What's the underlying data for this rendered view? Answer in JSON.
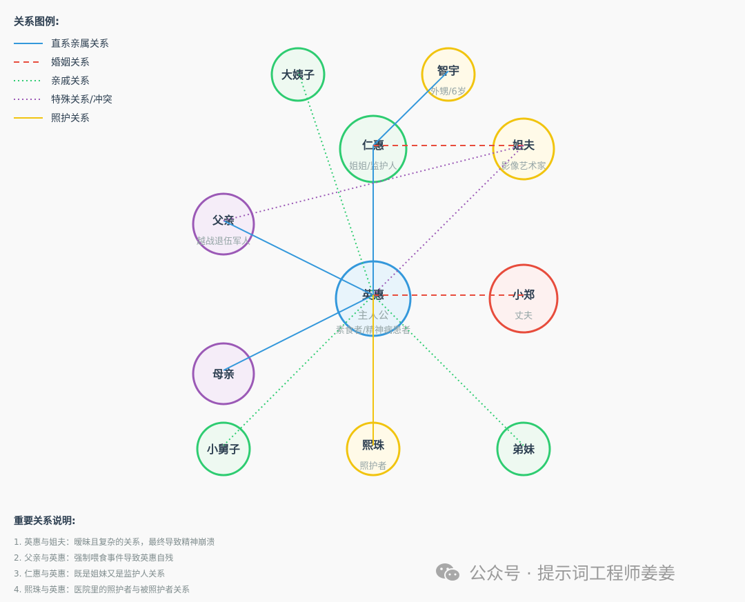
{
  "legend": {
    "title": "关系图例:",
    "items": [
      {
        "label": "直系亲属关系",
        "color": "#3498db",
        "style": "solid"
      },
      {
        "label": "婚姻关系",
        "color": "#e74c3c",
        "style": "dashed"
      },
      {
        "label": "亲戚关系",
        "color": "#2ecc71",
        "style": "dotted"
      },
      {
        "label": "特殊关系/冲突",
        "color": "#9b59b6",
        "style": "dotted"
      },
      {
        "label": "照护关系",
        "color": "#f1c40f",
        "style": "solid"
      }
    ]
  },
  "nodes": [
    {
      "id": "yinghui",
      "name": "英惠",
      "desc": [
        "主人公",
        "素食者/精神病患者"
      ],
      "stroke": "#3498db",
      "fill": "#e8f4fb"
    },
    {
      "id": "renhui",
      "name": "仁惠",
      "desc": [
        "姐姐/监护人"
      ],
      "stroke": "#2ecc71",
      "fill": "#eef9f1"
    },
    {
      "id": "dayizi",
      "name": "大姨子",
      "desc": [],
      "stroke": "#2ecc71",
      "fill": "#eef9f1"
    },
    {
      "id": "zhiyu",
      "name": "智宇",
      "desc": [
        "外甥/6岁"
      ],
      "stroke": "#f1c40f",
      "fill": "#fffae8"
    },
    {
      "id": "jiefu",
      "name": "姐夫",
      "desc": [
        "影像艺术家"
      ],
      "stroke": "#f1c40f",
      "fill": "#fffae8"
    },
    {
      "id": "fuqin",
      "name": "父亲",
      "desc": [
        "越战退伍军人"
      ],
      "stroke": "#9b59b6",
      "fill": "#f5edf8"
    },
    {
      "id": "xiaozheng",
      "name": "小郑",
      "desc": [
        "丈夫"
      ],
      "stroke": "#e74c3c",
      "fill": "#fdf1f0"
    },
    {
      "id": "muqin",
      "name": "母亲",
      "desc": [],
      "stroke": "#9b59b6",
      "fill": "#f5edf8"
    },
    {
      "id": "xiaojiuzi",
      "name": "小舅子",
      "desc": [],
      "stroke": "#2ecc71",
      "fill": "#eef9f1"
    },
    {
      "id": "xizhu",
      "name": "熙珠",
      "desc": [
        "照护者"
      ],
      "stroke": "#f1c40f",
      "fill": "#fffae8"
    },
    {
      "id": "dimei",
      "name": "弟妹",
      "desc": [],
      "stroke": "#2ecc71",
      "fill": "#eef9f1"
    }
  ],
  "links": [
    {
      "from": "renhui",
      "to": "zhiyu",
      "type": 0
    },
    {
      "from": "renhui",
      "to": "jiefu",
      "type": 1
    },
    {
      "from": "yinghui",
      "to": "renhui",
      "type": 0
    },
    {
      "from": "yinghui",
      "to": "fuqin",
      "type": 0
    },
    {
      "from": "yinghui",
      "to": "muqin",
      "type": 0
    },
    {
      "from": "yinghui",
      "to": "xiaozheng",
      "type": 1
    },
    {
      "from": "yinghui",
      "to": "dayizi",
      "type": 2
    },
    {
      "from": "yinghui",
      "to": "xiaojiuzi",
      "type": 2
    },
    {
      "from": "yinghui",
      "to": "dimei",
      "type": 2
    },
    {
      "from": "yinghui",
      "to": "jiefu",
      "type": 3
    },
    {
      "from": "fuqin",
      "to": "jiefu",
      "type": 3
    },
    {
      "from": "yinghui",
      "to": "xizhu",
      "type": 4
    }
  ],
  "notes": {
    "title": "重要关系说明:",
    "items": [
      "1. 英惠与姐夫：暧昧且复杂的关系，最终导致精神崩溃",
      "2. 父亲与英惠：强制喂食事件导致英惠自残",
      "3. 仁惠与英惠：既是姐妹又是监护人关系",
      "4. 熙珠与英惠：医院里的照护者与被照护者关系"
    ]
  },
  "watermark": "公众号 · 提示词工程师姜姜"
}
